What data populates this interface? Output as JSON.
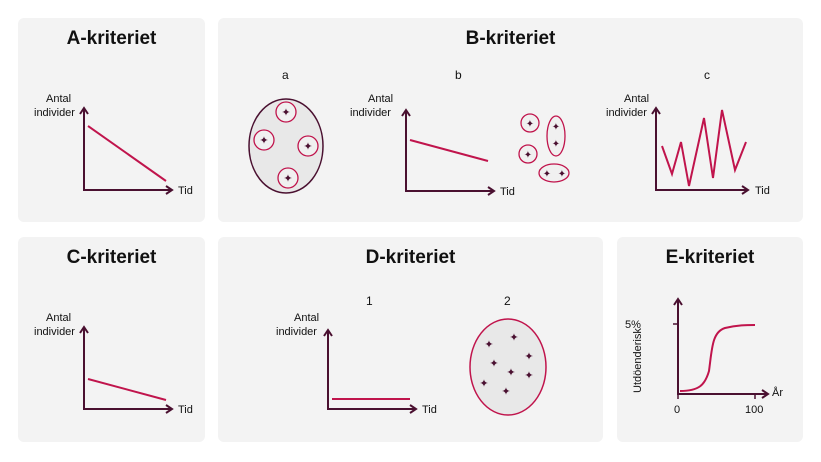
{
  "panels": {
    "a": {
      "title": "A-kriteriet"
    },
    "b": {
      "title": "B-kriteriet",
      "sub_a": "a",
      "sub_b": "b",
      "sub_c": "c"
    },
    "c": {
      "title": "C-kriteriet"
    },
    "d": {
      "title": "D-kriteriet",
      "sub_1": "1",
      "sub_2": "2"
    },
    "e": {
      "title": "E-kriteriet"
    }
  },
  "axis": {
    "y_line1": "Antal",
    "y_line2": "individer",
    "x": "Tid"
  },
  "e_chart": {
    "ylabel": "Utdöenderisk",
    "xlabel": "År",
    "ytick": "5%",
    "xtick_start": "0",
    "xtick_end": "100"
  },
  "icons": {
    "individual": "bird-icon"
  },
  "colors": {
    "accent": "#c0144c",
    "axis": "#4a1030",
    "panel": "#f3f3f3"
  }
}
